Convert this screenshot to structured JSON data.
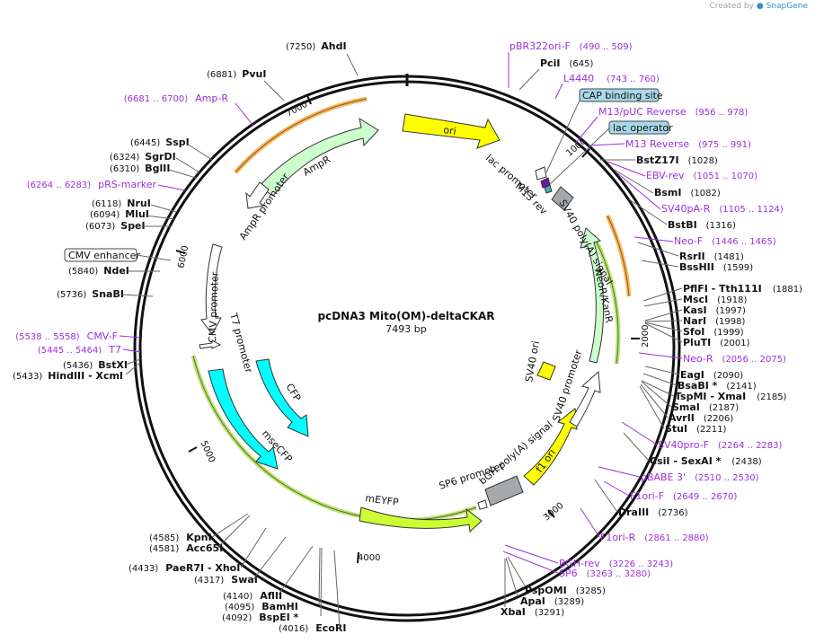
{
  "credit": {
    "prefix": "Created by",
    "brand": "SnapGene"
  },
  "plasmid": {
    "name": "pcDNA3 Mito(OM)-deltaCKAR",
    "length": "7493 bp"
  },
  "ticks": [
    {
      "label": "1000",
      "bp": 1000
    },
    {
      "label": "2000",
      "bp": 2000
    },
    {
      "label": "3000",
      "bp": 3000
    },
    {
      "label": "4000",
      "bp": 4000
    },
    {
      "label": "5000",
      "bp": 5000
    },
    {
      "label": "6000",
      "bp": 6000
    },
    {
      "label": "7000",
      "bp": 7000
    }
  ],
  "features": [
    {
      "id": "ori",
      "label": "ori",
      "color": "#ffff00"
    },
    {
      "id": "ampr",
      "label": "AmpR",
      "color": "#ccffcc"
    },
    {
      "id": "ampr-promoter",
      "label": "AmpR promoter",
      "color": "#ffffff"
    },
    {
      "id": "cmv-promoter",
      "label": "CMV promoter",
      "color": "#ffffff"
    },
    {
      "id": "t7-promoter",
      "label": "T7 promoter",
      "color": "#ffffff"
    },
    {
      "id": "cfp",
      "label": "CFP",
      "color": "#00ffff"
    },
    {
      "id": "msecfp",
      "label": "mseCFP",
      "color": "#00ffff"
    },
    {
      "id": "meyfp",
      "label": "mEYFP",
      "color": "#ccff33"
    },
    {
      "id": "sp6-promoter",
      "label": "SP6 promoter",
      "color": "#ffffff"
    },
    {
      "id": "bgh",
      "label": "bGH poly(A) signal",
      "color": "#a6a9ab"
    },
    {
      "id": "f1ori",
      "label": "f1 ori",
      "color": "#ffff00"
    },
    {
      "id": "sv40-promoter",
      "label": "SV40 promoter",
      "color": "#ffffff"
    },
    {
      "id": "sv40-ori",
      "label": "SV40 ori",
      "color": "#ffff00"
    },
    {
      "id": "neor",
      "label": "NeoR/KanR",
      "color": "#ccffcc"
    },
    {
      "id": "sv40-polya",
      "label": "SV40 poly(A) signal",
      "color": "#a6a9ab"
    },
    {
      "id": "lac-promoter",
      "label": "lac promoter",
      "color": "#ffffff"
    },
    {
      "id": "m13-rev",
      "label": "M13 rev",
      "color": "#ffffff"
    }
  ],
  "boxed_labels": [
    {
      "id": "cap",
      "label": "CAP binding site",
      "style": "blue"
    },
    {
      "id": "lacop",
      "label": "lac operator",
      "style": "blue"
    },
    {
      "id": "cmvenh",
      "label": "CMV enhancer",
      "style": "white"
    }
  ],
  "primers": [
    {
      "name": "pBR322ori-F",
      "range": "(490 .. 509)"
    },
    {
      "name": "L4440",
      "range": "(743 .. 760)"
    },
    {
      "name": "M13/pUC Reverse",
      "range": "(956 .. 978)"
    },
    {
      "name": "M13 Reverse",
      "range": "(975 .. 991)"
    },
    {
      "name": "EBV-rev",
      "range": "(1051 .. 1070)"
    },
    {
      "name": "SV40pA-R",
      "range": "(1105 .. 1124)"
    },
    {
      "name": "Neo-F",
      "range": "(1446 .. 1465)"
    },
    {
      "name": "Neo-R",
      "range": "(2056 .. 2075)"
    },
    {
      "name": "SV40pro-F",
      "range": "(2264 .. 2283)"
    },
    {
      "name": "pBABE 3'",
      "range": "(2510 .. 2530)"
    },
    {
      "name": "F1ori-F",
      "range": "(2649 .. 2670)"
    },
    {
      "name": "F1ori-R",
      "range": "(2861 .. 2880)"
    },
    {
      "name": "BGH-rev",
      "range": "(3226 .. 3243)"
    },
    {
      "name": "SP6",
      "range": "(3263 .. 3280)"
    },
    {
      "name": "CMV-F",
      "range": "(5538 .. 5558)"
    },
    {
      "name": "T7",
      "range": "(5445 .. 5464)"
    },
    {
      "name": "pRS-marker",
      "range": "(6264 .. 6283)"
    },
    {
      "name": "Amp-R",
      "range": "(6681 .. 6700)"
    }
  ],
  "enzymes": [
    {
      "name": "AhdI",
      "pos": "(7250)"
    },
    {
      "name": "PvuI",
      "pos": "(6881)"
    },
    {
      "name": "SspI",
      "pos": "(6445)"
    },
    {
      "name": "SgrDI",
      "pos": "(6324)"
    },
    {
      "name": "BglII",
      "pos": "(6310)"
    },
    {
      "name": "NruI",
      "pos": "(6118)"
    },
    {
      "name": "MluI",
      "pos": "(6094)"
    },
    {
      "name": "SpeI",
      "pos": "(6073)"
    },
    {
      "name": "NdeI",
      "pos": "(5840)"
    },
    {
      "name": "SnaBI",
      "pos": "(5736)"
    },
    {
      "name": "BstXI",
      "pos": "(5436)"
    },
    {
      "name": "HindIII",
      "pos": "(5433)",
      "extra": " - XcmI"
    },
    {
      "name": "PciI",
      "pos": "(645)"
    },
    {
      "name": "BstZ17I",
      "pos": "(1028)"
    },
    {
      "name": "BsmI",
      "pos": "(1082)"
    },
    {
      "name": "BstBI",
      "pos": "(1316)"
    },
    {
      "name": "RsrII",
      "pos": "(1481)"
    },
    {
      "name": "BssHII",
      "pos": "(1599)"
    },
    {
      "name": "PflFI",
      "pos": "(1881)",
      "extra": "  - Tth111I"
    },
    {
      "name": "MscI",
      "pos": "(1918)"
    },
    {
      "name": "KasI",
      "pos": "(1997)"
    },
    {
      "name": "NarI",
      "pos": "(1998)"
    },
    {
      "name": "SfoI",
      "pos": "(1999)"
    },
    {
      "name": "PluTI",
      "pos": "(2001)"
    },
    {
      "name": "EagI",
      "pos": "(2090)"
    },
    {
      "name": "BsaBI *",
      "pos": "(2141)"
    },
    {
      "name": "TspMI",
      "pos": "(2185)",
      "extra": "  - XmaI"
    },
    {
      "name": "SmaI",
      "pos": "(2187)"
    },
    {
      "name": "AvrII",
      "pos": "(2206)"
    },
    {
      "name": "StuI",
      "pos": "(2211)"
    },
    {
      "name": "CsiI",
      "pos": "(2438)",
      "extra": "  - SexAI *"
    },
    {
      "name": "DraIII",
      "pos": "(2736)"
    },
    {
      "name": "PspOMI",
      "pos": "(3285)"
    },
    {
      "name": "ApaI",
      "pos": "(3289)"
    },
    {
      "name": "XbaI",
      "pos": "(3291)"
    },
    {
      "name": "KpnI",
      "pos": "(4585)"
    },
    {
      "name": "Acc65I",
      "pos": "(4581)"
    },
    {
      "name": "PaeR7I",
      "pos": "(4433)",
      "extra": "  - XhoI"
    },
    {
      "name": "SwaI",
      "pos": "(4317)"
    },
    {
      "name": "AflII",
      "pos": "(4140)"
    },
    {
      "name": "BamHI",
      "pos": "(4095)"
    },
    {
      "name": "BspEI *",
      "pos": "(4092)"
    },
    {
      "name": "EcoRI",
      "pos": "(4016)"
    }
  ]
}
